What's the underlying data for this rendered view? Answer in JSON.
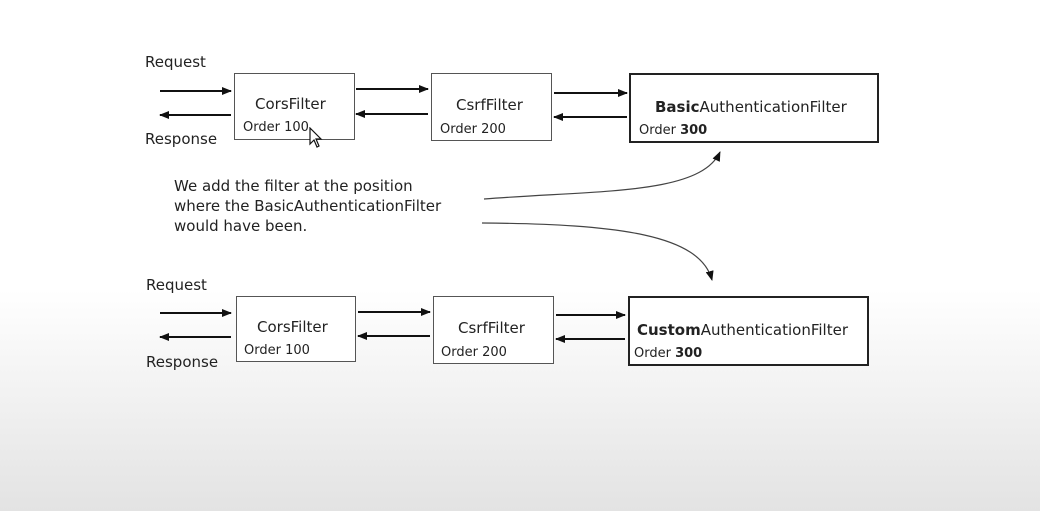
{
  "top_row": {
    "request_label": "Request",
    "response_label": "Response",
    "filters": [
      {
        "name": "CorsFilter",
        "order_prefix": "Order ",
        "order_value": "100"
      },
      {
        "name": "CsrfFilter",
        "order_prefix": "Order ",
        "order_value": "200"
      },
      {
        "name_bold": "Basic",
        "name_rest": "AuthenticationFilter",
        "order_prefix": "Order ",
        "order_value": "300"
      }
    ]
  },
  "note": {
    "lines": [
      "We add the filter at the position",
      "where the BasicAuthenticationFilter",
      "would have been."
    ]
  },
  "bottom_row": {
    "request_label": "Request",
    "response_label": "Response",
    "filters": [
      {
        "name": "CorsFilter",
        "order_prefix": "Order ",
        "order_value": "100"
      },
      {
        "name": "CsrfFilter",
        "order_prefix": "Order ",
        "order_value": "200"
      },
      {
        "name_bold": "Custom",
        "name_rest": "AuthenticationFilter",
        "order_prefix": "Order ",
        "order_value": "300"
      }
    ]
  }
}
